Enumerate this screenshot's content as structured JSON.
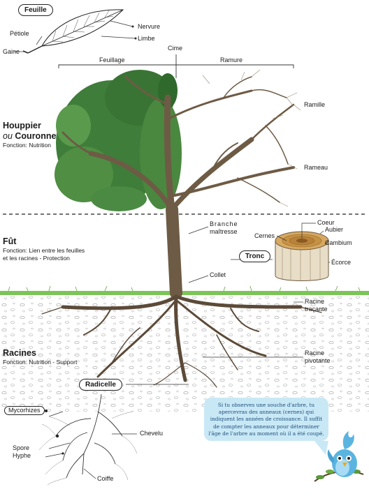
{
  "leaf_box": {
    "title": "Feuille",
    "labels": {
      "nervure": "Nervure",
      "limbe": "Limbe",
      "petiole": "Pétiole",
      "gaine": "Gaine"
    }
  },
  "crown_labels": {
    "cime": "Cime",
    "feuillage": "Feuillage",
    "ramure": "Ramure",
    "ramille": "Ramille",
    "rameau": "Rameau"
  },
  "sections": {
    "houppier": {
      "title_main": "Houppier",
      "title_or": "ou",
      "title_alt": "Couronne",
      "subtitle": "Fonction: Nutrition"
    },
    "fut": {
      "title": "Fût",
      "subtitle_line1": "Fonction: Lien entre les feuilles",
      "subtitle_line2": "et les racines - Protection"
    },
    "racines": {
      "title": "Racines",
      "subtitle": "Fonction: Nutrition - Support"
    }
  },
  "trunk_labels": {
    "branche_line1": "Branche",
    "branche_line2": "maîtresse",
    "tronc": "Tronc",
    "collet": "Collet",
    "coeur": "Coeur",
    "cernes": "Cernes",
    "aubier": "Aubier",
    "cambium": "Cambium",
    "ecorce": "Écorce"
  },
  "root_labels": {
    "tracante_line1": "Racine",
    "tracante_line2": "traçante",
    "pivotante_line1": "Racine",
    "pivotante_line2": "pivotante",
    "radicelle": "Radicelle"
  },
  "detail_labels": {
    "mycorhizes": "Mycorhizes",
    "chevelu": "Chevelu",
    "spore": "Spore",
    "hyphe": "Hyphe",
    "coiffe": "Coiffe"
  },
  "tip": {
    "line1": "Si tu observes une souche d'arbre, tu",
    "line2": "apercevras des anneaux (cernes) qui",
    "line3": "indiquent les années de croissance. Il suffit",
    "line4": "de compter les anneaux pour déterminer",
    "line5": "l'âge de l'arbre au moment où il a été coupé."
  },
  "colors": {
    "foliage": "#3f7d3a",
    "foliage_light": "#6aa15a",
    "trunk": "#6e5b45",
    "ground": "#6ebf4b",
    "bubble": "#c9e8f6",
    "bird": "#5bb4e0"
  }
}
